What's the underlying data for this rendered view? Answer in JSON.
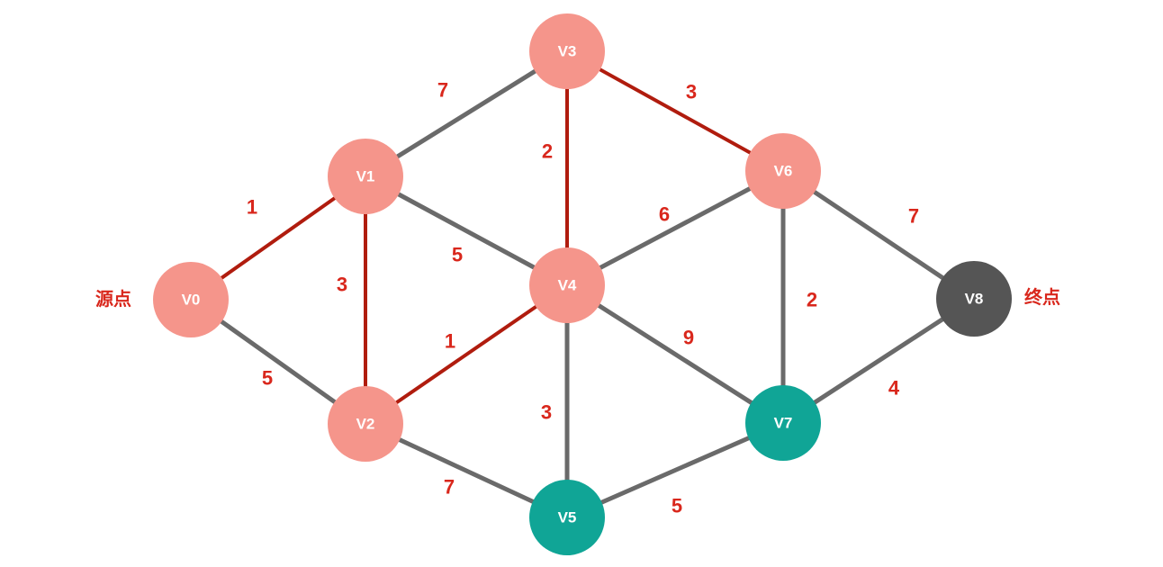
{
  "colors": {
    "path_edge": "#b01c0e",
    "normal_edge": "#6a6a6a",
    "label_text": "#d9271c",
    "visited_node": "#f5958b",
    "frontier_node": "#10a596",
    "unvisited_node": "#555555"
  },
  "source_label": "源点",
  "target_label": "终点",
  "nodes": [
    {
      "id": "V0",
      "label": "V0",
      "state": "visited"
    },
    {
      "id": "V1",
      "label": "V1",
      "state": "visited"
    },
    {
      "id": "V2",
      "label": "V2",
      "state": "visited"
    },
    {
      "id": "V3",
      "label": "V3",
      "state": "visited"
    },
    {
      "id": "V4",
      "label": "V4",
      "state": "visited"
    },
    {
      "id": "V5",
      "label": "V5",
      "state": "frontier"
    },
    {
      "id": "V6",
      "label": "V6",
      "state": "visited"
    },
    {
      "id": "V7",
      "label": "V7",
      "state": "frontier"
    },
    {
      "id": "V8",
      "label": "V8",
      "state": "unvisited"
    }
  ],
  "edges": [
    {
      "from": "V0",
      "to": "V1",
      "weight": "1",
      "highlighted": true
    },
    {
      "from": "V0",
      "to": "V2",
      "weight": "5",
      "highlighted": false
    },
    {
      "from": "V1",
      "to": "V2",
      "weight": "3",
      "highlighted": true
    },
    {
      "from": "V1",
      "to": "V3",
      "weight": "7",
      "highlighted": false
    },
    {
      "from": "V1",
      "to": "V4",
      "weight": "5",
      "highlighted": false
    },
    {
      "from": "V2",
      "to": "V4",
      "weight": "1",
      "highlighted": true
    },
    {
      "from": "V2",
      "to": "V5",
      "weight": "7",
      "highlighted": false
    },
    {
      "from": "V3",
      "to": "V4",
      "weight": "2",
      "highlighted": true
    },
    {
      "from": "V3",
      "to": "V6",
      "weight": "3",
      "highlighted": true
    },
    {
      "from": "V4",
      "to": "V5",
      "weight": "3",
      "highlighted": false
    },
    {
      "from": "V4",
      "to": "V6",
      "weight": "6",
      "highlighted": false
    },
    {
      "from": "V4",
      "to": "V7",
      "weight": "9",
      "highlighted": false
    },
    {
      "from": "V5",
      "to": "V7",
      "weight": "5",
      "highlighted": false
    },
    {
      "from": "V6",
      "to": "V7",
      "weight": "2",
      "highlighted": false
    },
    {
      "from": "V6",
      "to": "V8",
      "weight": "7",
      "highlighted": false
    },
    {
      "from": "V7",
      "to": "V8",
      "weight": "4",
      "highlighted": false
    }
  ]
}
